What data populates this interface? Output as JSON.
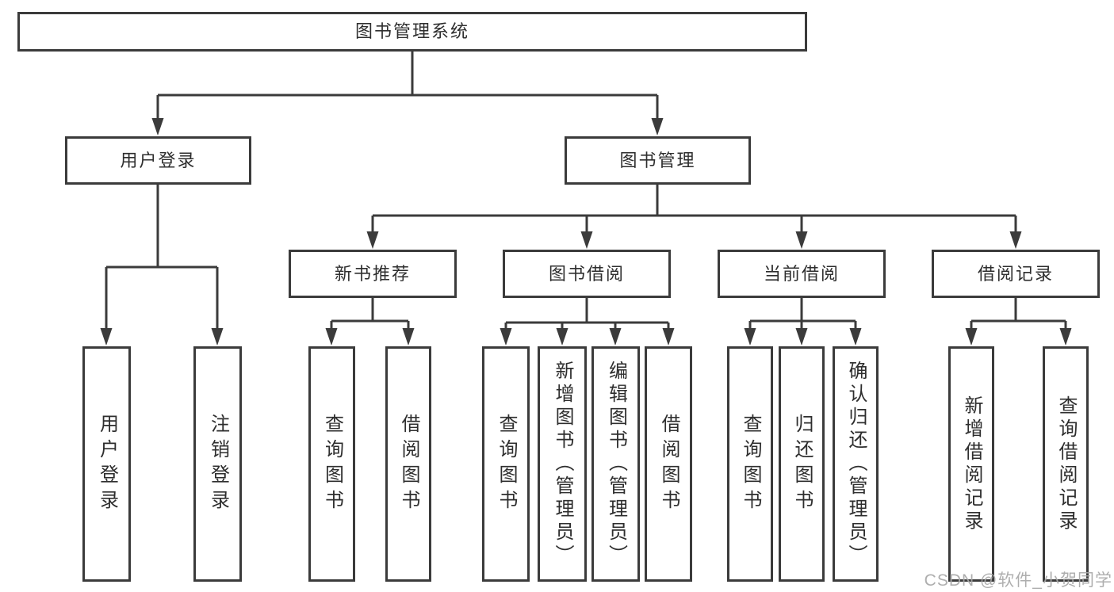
{
  "diagram": {
    "type": "hierarchy-flowchart",
    "tree": {
      "label": "图书管理系统",
      "children": [
        {
          "label": "用户登录",
          "children": [
            {
              "label": "用户登录"
            },
            {
              "label": "注销登录"
            }
          ]
        },
        {
          "label": "图书管理",
          "children": [
            {
              "label": "新书推荐",
              "children": [
                {
                  "label": "查询图书"
                },
                {
                  "label": "借阅图书"
                }
              ]
            },
            {
              "label": "图书借阅",
              "children": [
                {
                  "label": "查询图书"
                },
                {
                  "label": "新增图书（管理员）"
                },
                {
                  "label": "编辑图书（管理员）"
                },
                {
                  "label": "借阅图书"
                }
              ]
            },
            {
              "label": "当前借阅",
              "children": [
                {
                  "label": "查询图书"
                },
                {
                  "label": "归还图书"
                },
                {
                  "label": "确认归还（管理员）"
                }
              ]
            },
            {
              "label": "借阅记录",
              "children": [
                {
                  "label": "新增借阅记录"
                },
                {
                  "label": "查询借阅记录"
                }
              ]
            }
          ]
        }
      ]
    }
  },
  "watermark": {
    "text": "CSDN @软件_小贺同学"
  },
  "colors": {
    "line": "#3b3b3b",
    "box_border": "#3b3b3b",
    "box_fill": "#ffffff",
    "text": "#2e2e2e",
    "background": "#ffffff",
    "watermark": "#a8a8a8"
  }
}
